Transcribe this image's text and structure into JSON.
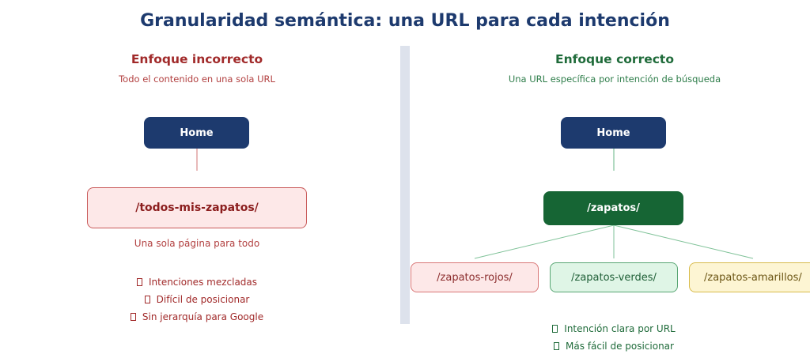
{
  "title": "Granularidad semántica: una URL para cada intención",
  "left": {
    "heading": "Enfoque incorrecto",
    "subtitle": "Todo el contenido en una sola URL",
    "root": "Home",
    "child": "/todos-mis-zapatos/",
    "caption": "Una sola página para todo",
    "items": [
      "Intenciones mezcladas",
      "Difícil de posicionar",
      "Sin jerarquía para Google"
    ]
  },
  "right": {
    "heading": "Enfoque correcto",
    "subtitle": "Una URL específica por intención de búsqueda",
    "root": "Home",
    "mid": "/zapatos/",
    "leaves": [
      "/zapatos-rojos/",
      "/zapatos-verdes/",
      "/zapatos-amarillos/"
    ],
    "items": [
      "Intención clara por URL",
      "Más fácil de posicionar"
    ]
  },
  "colors": {
    "title": "#1d3a6e",
    "incorrect": "#a12a2a",
    "correct": "#1f6b3a",
    "node_dark": "#1d3a6e",
    "node_green": "#166534"
  },
  "icons": {
    "bullet": "list-bullet-icon"
  }
}
